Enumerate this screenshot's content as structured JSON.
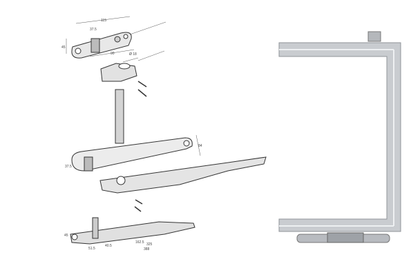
{
  "exploded_view": {
    "top_plate": {
      "dims": [
        "115",
        "37.5",
        "45",
        "90"
      ]
    },
    "hinge_knuckle": {
      "dims": [
        "Ø 18"
      ]
    },
    "upper_arm": {
      "dims": [
        "84",
        "37.5"
      ]
    },
    "assembled_arm": {
      "dims": [
        "45",
        "51.5",
        "40.5",
        "162.5",
        "325",
        "388"
      ]
    }
  },
  "colors": {
    "frame": "#c9ccd0",
    "frame_edge": "#8f9398",
    "line": "#333333"
  }
}
